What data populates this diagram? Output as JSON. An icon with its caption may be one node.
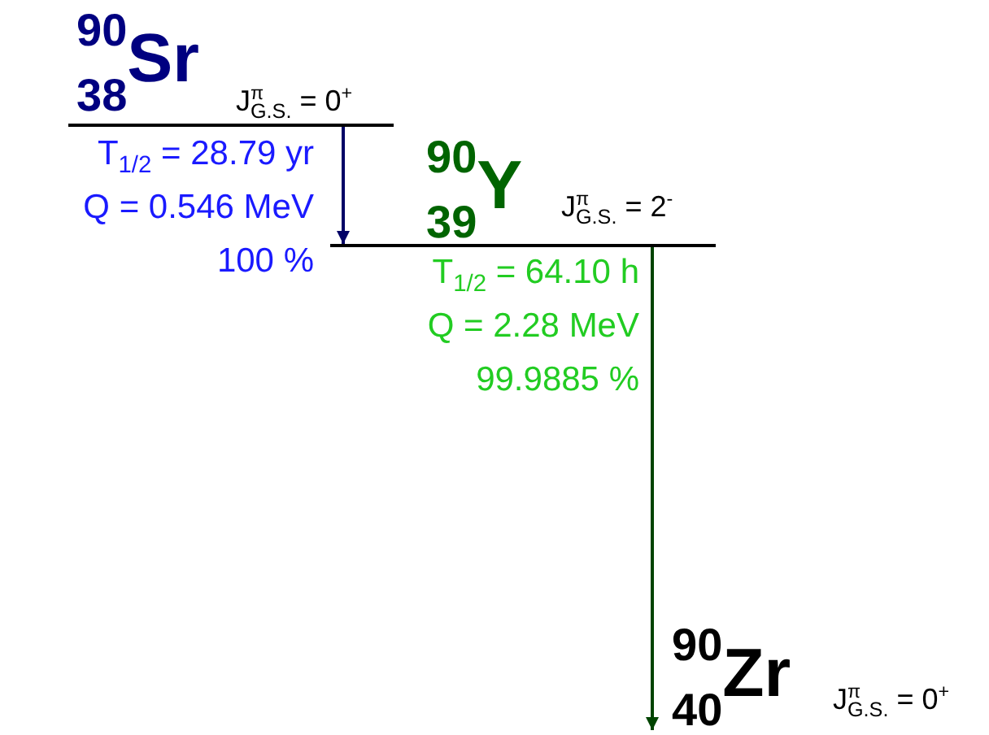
{
  "diagram": {
    "nodes": [
      {
        "text": [
          "$^{90}$$_{38}$Sr",
          "J$^{π}$$_{G.S.}$ = 0$^{+}$"
        ],
        "beside": [
          "T$_{1/2}$ = 28.79 yr",
          "Q = 0.546 MeV",
          "100 %"
        ]
      },
      {
        "text": [
          "$^{90}$$_{39}$Y",
          "J$^{π}$$_{G.S.}$ = 2$^{-}$"
        ],
        "beside": [
          "T$_{1/2}$ = 64.10 h",
          "Q = 2.28 MeV",
          "99.9885 %"
        ]
      },
      {
        "text": [
          "$^{90}$$_{40}$Zr",
          "J$^{π}$$_{G.S.}$ = 0$^{+}$"
        ]
      }
    ],
    "edges": [
      {
        "from": 0,
        "to": 1,
        "arrow": "to",
        "color": "#000066"
      },
      {
        "from": 1,
        "to": 2,
        "arrow": "to",
        "color": "#004400"
      }
    ]
  }
}
